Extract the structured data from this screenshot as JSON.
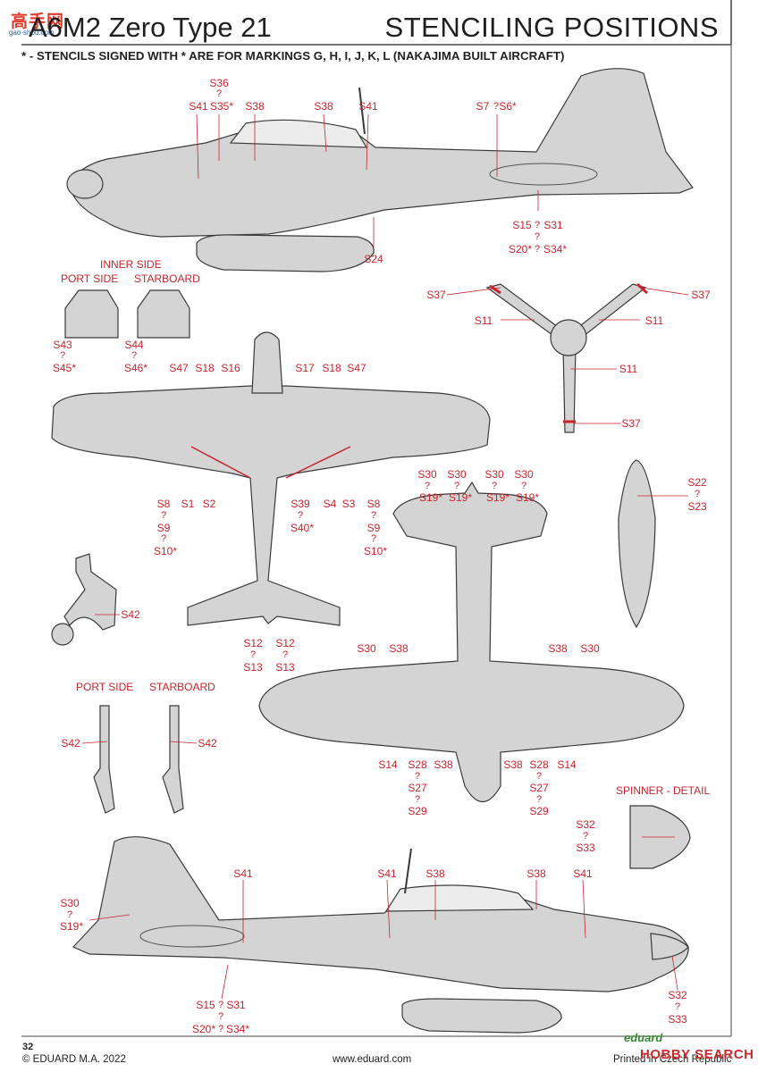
{
  "header": {
    "title": "A6M2 Zero Type 21",
    "subtitle": "STENCILING POSITIONS",
    "note": "* - STENCILS SIGNED WITH * ARE FOR MARKINGS G, H, I, J, K, L (NAKAJIMA BUILT AIRCRAFT)"
  },
  "watermark": {
    "site_cn": "高手网",
    "site_url": "gao-shou.com"
  },
  "section_labels": {
    "inner_side": "INNER SIDE",
    "port_side": "PORT SIDE",
    "starboard": "STARBOARD",
    "port_side_2": "PORT SIDE",
    "starboard_2": "STARBOARD",
    "spinner_detail": "SPINNER - DETAIL"
  },
  "stencils": {
    "s1": "S1",
    "s2": "S2",
    "s3": "S3",
    "s4": "S4",
    "s7": "S7",
    "s6": "S6*",
    "s8": "S8",
    "s9": "S9",
    "s10": "S10*",
    "s11": "S11",
    "s12": "S12",
    "s13": "S13",
    "s14": "S14",
    "s15": "S15",
    "s16": "S16",
    "s17": "S17",
    "s18": "S18",
    "s19": "S19*",
    "s20": "S20*",
    "s22": "S22",
    "s23": "S23",
    "s24": "S24",
    "s27": "S27",
    "s28": "S28",
    "s29": "S29",
    "s30": "S30",
    "s31": "S31",
    "s32": "S32",
    "s33": "S33",
    "s34": "S34*",
    "s35": "S35*",
    "s36": "S36",
    "s37": "S37",
    "s38": "S38",
    "s39": "S39",
    "s40": "S40*",
    "s41": "S41",
    "s42": "S42",
    "s43": "S43",
    "s44": "S44",
    "s45": "S45*",
    "s46": "S46*",
    "s47": "S47",
    "sep": "?"
  },
  "footer": {
    "page_number": "32",
    "copyright": "© EDUARD M.A. 2022",
    "website": "www.eduard.com",
    "printed": "Printed in Czech Republic",
    "brand": "eduard",
    "hobby_watermark": "HOBBY SEARCH"
  },
  "colors": {
    "aircraft_gray": "#d4d4d4",
    "stencil_red": "#c8242c",
    "outline": "#3a3a3a"
  }
}
